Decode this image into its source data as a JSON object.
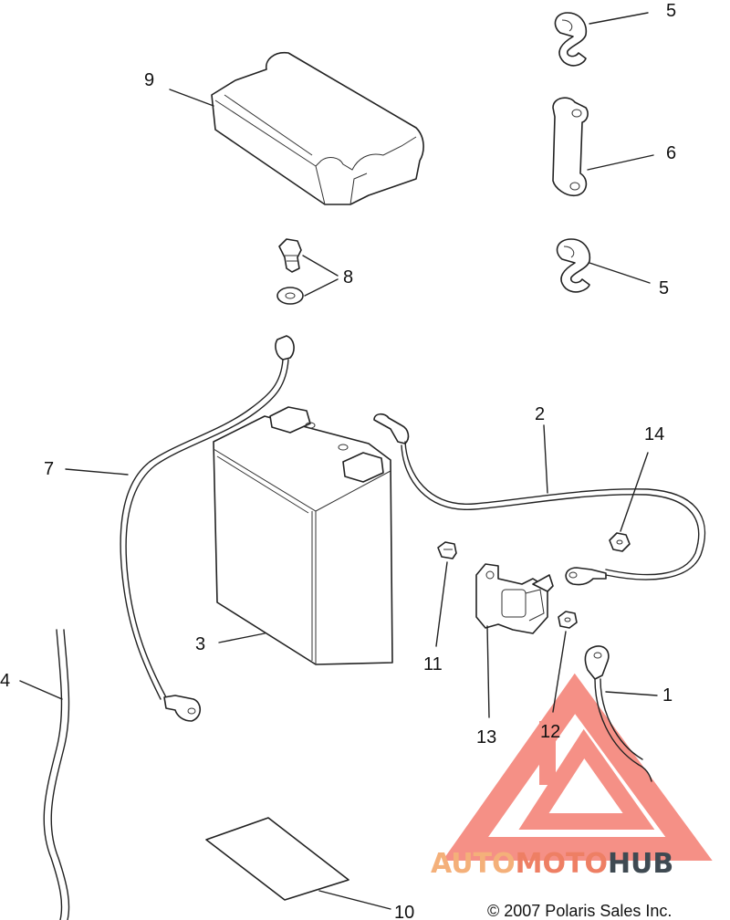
{
  "callouts": {
    "n1": "1",
    "n2": "2",
    "n3": "3",
    "n4": "4",
    "n5a": "5",
    "n5b": "5",
    "n6": "6",
    "n7": "7",
    "n8": "8",
    "n9": "9",
    "n10": "10",
    "n11": "11",
    "n12": "12",
    "n13": "13",
    "n14": "14"
  },
  "copyright": "© 2007 Polaris Sales Inc.",
  "watermark": {
    "part1": "AUTO",
    "part2": "MOTO",
    "part3": "HUB",
    "color_light": "#f4b07a",
    "color_mid": "#ee7f64",
    "color_dark": "#3f4a52",
    "logo_color": "#f26b5e"
  }
}
